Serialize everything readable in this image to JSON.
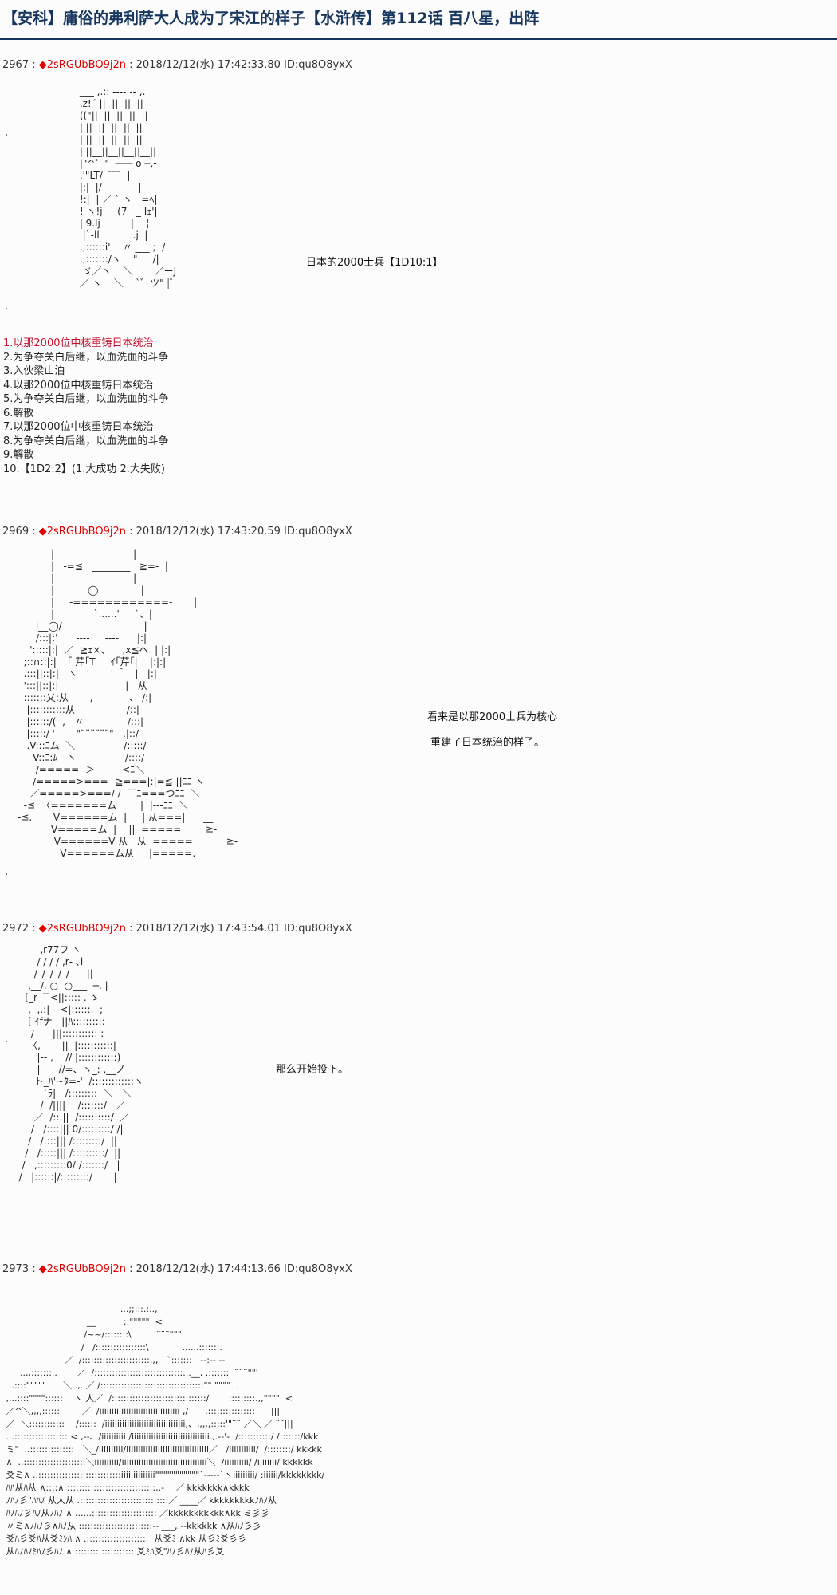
{
  "title": "【安科】庸俗的弗利萨大人成为了宋江的样子【水浒传】第112话 百八星，出阵",
  "posts": [
    {
      "number": "2967",
      "separator": " : ",
      "diamond": "◆",
      "trip": "2sRGUbBO9j2n",
      "meta": " : 2018/12/12(水) 17:42:33.80 ID:qu8O8yxX",
      "captions": [
        "日本的2000士兵【1D10:1】"
      ],
      "choices": [
        "1.以那2000位中核重铸日本统治",
        "2.为争夺关白后继，以血洗血的斗争",
        "3.入伙梁山泊",
        "4.以那2000位中核重铸日本统治",
        "5.为争夺关白后继，以血洗血的斗争",
        "6.解散",
        "7.以那2000位中核重铸日本统治",
        "8.为争夺关白后继，以血洗血的斗争",
        "9.解散",
        "10.【1D2:2】(1.大成功  2.大失败)"
      ],
      "highlighted_choice": 0,
      "art": " ___ ,.:: ---- ‐‐ ,.\n ,z!´ ||  ||  ||  ||\n ((\"||  ||  ||  ||  ||\n | ||  ||  ||  ||  ||\n | ||  ||  ||  ||  ||\n | ||__||__||__||__||\n |\"^゜\"  ─── o ─,‐\n ,'\"LT/   ̄ ̄ ̄ ̄  |\n |:|  |/            |\n !:|  | ／ ` ヽ   =ﾍ|\n ! ヽ!j    '(7   _ Iｪ'|\n | 9.lj          |    ¦\n  |`‐ll           .j  |\n ,;::::::i'    〃 ___ ;  /\n ,,:::::::/ヽ    \"     /|\n  ゞ／ヽ    ＼       ／ーJ\n ／ ヽ    ＼    `゛ツ\" |ﾞ"
    },
    {
      "number": "2969",
      "separator": " : ",
      "diamond": "◆",
      "trip": "2sRGUbBO9j2n",
      "meta": " : 2018/12/12(水) 17:43:20.59 ID:qu8O8yxX",
      "captions": [
        "看来是以那2000士兵为核心",
        "重建了日本统治的样子。"
      ],
      "art": "           |                          |\n           |   -=≦   ________   ≧=-  |\n           |                          |\n           |           ◯              |\n           |     -============-       |\n           |             `......'     `、|\n      l__◯/                           |\n      /:::|:'      ----     ‐‐‐‐      |:|\n    ':::::|:|  ／  ≧ｪ×、    ,x≦ヘ  | |:|\n  ;::∩::|:|  「 芹｢T     ｲ｢芹｢|    |:|:|\n  .:::||::|:|   ヽ   '       ' ＾   |   |:|\n  ':::||::|:|                      |   从\n  :::::::乂:从       ,            、 /:|\n   |:::::::::::从                 /::|\n   |::::::/(  ,   〃 ____       /:::|\n   |:::::/ '       \"¨¨¨¨¨¨\"   .|::/\n   .V:::ﾆム  ＼                /:::::/\n     V::ﾆ:ﾑ   ヽ                /::::/\n      /=====  ＞         <ﾆ＼\n     /=====>===--≧===|:|=≦ ||ﾆﾆ ヽ\n    ／=====>===/ /  ¨¨ﾆ===つﾆﾆ  ＼\n  -≦  〈=======ム      ' |  |---ﾆﾆ  ＼\n-≦.       V======ム  |     | 从===|      __\n           V=====ム  |    ||  =====        ≧-\n            V======V 从   从  =====           ≧-\n              V======ム从     |=====."
    },
    {
      "number": "2972",
      "separator": " : ",
      "diamond": "◆",
      "trip": "2sRGUbBO9j2n",
      "meta": " : 2018/12/12(水) 17:43:54.01 ID:qu8O8yxX",
      "captions": [
        "那么开始投下。"
      ],
      "art": "         ,r77フ ヽ\n        / / / / ,r‐ ､i\n       /_/_/_/_/___ ||\n     ,__/. ○  ○___  ─. |\n    [_r‐  ̄ ̄<||::::: . ゝ\n     ,  ,.:|‐‐‐<|::::::.  ;\n     [ ｲfナ   ||ﾊ::::::::::\n      /      |||::::::::::: :\n     〈,       ||  |:::::::::::|\n        |‐‐ ,    // |::::::::::::)\n        |      //=、ヽ_: ,__ノ\n       ト_ﾊ'~ﾀ=-'  /:::::::::::::ヽ\n          `ﾗ|   /:::::::::  ＼   ＼\n         /  /||||    /:::::::/   ／\n       ／  /::|||  /::::::::::/  ／\n      /   /::::||| 0/:::::::::/ /|\n     /   /::::||| /:::::::::/  ||\n    /   /:::::||| /::::::::::/  ||\n   /   ,:::::::::0/ /:::::::/   |\n  /   |::::::|/:::::::::/       |"
    },
    {
      "number": "2973",
      "separator": " : ",
      "diamond": "◆",
      "trip": "2sRGUbBO9j2n",
      "meta": " : 2018/12/12(水) 17:44:13.66 ID:qu8O8yxX",
      "captions": [],
      "art": "                                          ...;;:::.:..,\n                              __          ::\"\"\"\"\"  <\n                             /~~/::::::::\\         ¨¨¨\"\"\"\n                            /   /:::::::::::::::::\\            ......:::::::.\n                      ／  /:::::::::::::::::::::::.,,¨¨`:::::::   ‐‐:‐‐ ‐‐\n      ..,,:::::::..       ／  /::::::::::::::::::::::::::::::.,.__, .:::::::  ¨¨¨\"\"'\n  ..::::\"\"\"\"\"      ＼..,. ／ /:::::::::::::::::::::::::::::::::::\"\" \"\"\"\"  .\n ,,..::::\"\"\"\"::::::    ヽ 人／  /::::::::::::::::::::::::::::::::/       :::::::::.,,\"\"\"\"  <\n ／^＼,,,,::::::        ／  /iiiiiiiiiiiiiiiiiiiiiiiiiiiiiiiii ,/      .:::::::::::::::: ¨¨¨|||\n ／  ＼::::::::::::    /::::::  /iiiiiiiiiiiiiiiiiiiiiiiiiiiiiiiii,、,,,,,:::::'\"¨¨ ／＼ ／ ¨¨|||\n ...:::::::::::::::::::< ,-‐、/iiiiiiiiii /iiiiiiiiiiiiiiiiiiiiiiiiiiiiiiii.,.-‐'‐  /:::::::::::/ /:::::::/kkk\n ミ\"  ..:::::::::::::::   ＼_/iiiiiiiiii/iiiiiiiiiiiiiiiiiiiiiiiiiiiiiiiiii／   /iiiiiiiiiii/  /::::::::/ kkkkk\n ∧  ..:::::::::::::::::::::＼iiiiiiiiii/iiiiiiiiiiiiiiiiiiiiiiiiiiiiiiiiiii＼  /iiiiiiiiii/ /iiiiiiii/ kkkkkk\n 爻ミ∧ ..::::::::::::::::::::::::::::iiiiiiiiiiiiii\"\"\"\"\"\"\"\"\"\"\"`-‐‐‐-`ヽiiiiiiiii/ :iiiiii/kkkkkkkk/\n ﾊﾊ从ﾊ从 ∧::::∧ ::::::::::::::::::::::::::::::,.‐    ／ kkkkkkk∧kkkk\n ﾉﾊﾉ彡\"ﾊﾊﾉ 从人从 .::::::::::::::::::::::::::::::／ ____／ kkkkkkkkkﾉﾊﾉ从\n ﾊﾉﾊﾉ彡ﾊﾉ从ﾉﾊﾉ ∧ ......:::::::::::::::::::::: ／kkkkkkkkkkk∧kk ミ彡彡\n 〃ミ∧ﾉﾊﾉ彡∧ﾊﾉ从 :::::::::::::::::::::::::‐‐ ___,.-‐kkkkkk ∧从ﾊﾉ彡彡\n 爻ﾊ彡爻ﾊ从爻ﾐﾝﾊ ∧ .:::::::::::::::::::::  从爻ﾐ ∧kk 从彡ﾐ爻彡彡\n 从ﾊﾉﾊﾉﾐﾊﾉ彡ﾊﾉ ∧ :::::::::::::::::::: 爻ﾐﾊ爻\"ﾊﾉ彡ﾊﾉ从ﾊ彡爻"
    }
  ]
}
